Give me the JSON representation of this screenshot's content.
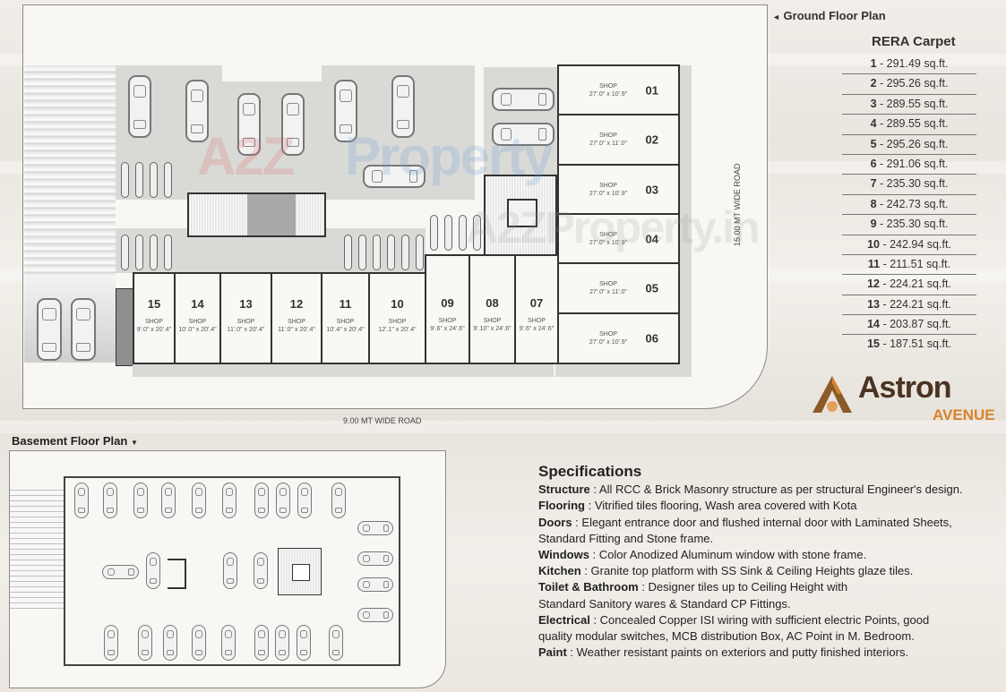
{
  "ground_floor": {
    "title": "Ground Floor Plan",
    "title_marker": "◄",
    "east_road": "15.00 MT WIDE ROAD",
    "south_road": "9.00 MT WIDE ROAD",
    "watermark": {
      "text_a": "A2Z",
      "text_b": "Property",
      "text_c": "A2ZProperty.in"
    },
    "shops_right": [
      {
        "num": "01",
        "label": "SHOP",
        "size": "27'.0\" x 10'.9\""
      },
      {
        "num": "02",
        "label": "SHOP",
        "size": "27'.0\" x 11'.0\""
      },
      {
        "num": "03",
        "label": "SHOP",
        "size": "27'.0\" x 10'.9\""
      },
      {
        "num": "04",
        "label": "SHOP",
        "size": "27'.0\" x 10'.9\""
      },
      {
        "num": "05",
        "label": "SHOP",
        "size": "27'.0\" x 11'.0\""
      },
      {
        "num": "06",
        "label": "SHOP",
        "size": "27'.0\" x 10'.9\""
      }
    ],
    "shops_bottom": [
      {
        "num": "15",
        "label": "SHOP",
        "size": "9'.0\" x 20'.4\""
      },
      {
        "num": "14",
        "label": "SHOP",
        "size": "10'.0\" x 20'.4\""
      },
      {
        "num": "13",
        "label": "SHOP",
        "size": "11'.0\" x 20'.4\""
      },
      {
        "num": "12",
        "label": "SHOP",
        "size": "11'.0\" x 20'.4\""
      },
      {
        "num": "11",
        "label": "SHOP",
        "size": "10'.4\" x 20'.4\""
      },
      {
        "num": "10",
        "label": "SHOP",
        "size": "12'.1\" x 20'.4\""
      },
      {
        "num": "09",
        "label": "SHOP",
        "size": "9'.6\" x 24'.6\""
      },
      {
        "num": "08",
        "label": "SHOP",
        "size": "9'.10\" x 24'.6\""
      },
      {
        "num": "07",
        "label": "SHOP",
        "size": "9'.6\" x 24'.6\""
      }
    ]
  },
  "rera": {
    "title": "RERA Carpet",
    "unit_suffix": " sq.ft.",
    "rows": [
      {
        "no": "1",
        "area": " - 291.49 sq.ft."
      },
      {
        "no": "2",
        "area": " - 295.26 sq.ft."
      },
      {
        "no": "3",
        "area": " - 289.55 sq.ft."
      },
      {
        "no": "4",
        "area": " - 289.55 sq.ft."
      },
      {
        "no": "5",
        "area": " - 295.26 sq.ft."
      },
      {
        "no": "6",
        "area": " - 291.06 sq.ft."
      },
      {
        "no": "7",
        "area": " - 235.30 sq.ft."
      },
      {
        "no": "8",
        "area": " - 242.73 sq.ft."
      },
      {
        "no": "9",
        "area": " - 235.30 sq.ft."
      },
      {
        "no": "10",
        "area": " - 242.94 sq.ft."
      },
      {
        "no": "11",
        "area": " - 211.51 sq.ft."
      },
      {
        "no": "12",
        "area": " - 224.21 sq.ft."
      },
      {
        "no": "13",
        "area": " - 224.21 sq.ft."
      },
      {
        "no": "14",
        "area": " - 203.87 sq.ft."
      },
      {
        "no": "15",
        "area": " - 187.51 sq.ft."
      }
    ]
  },
  "brand": {
    "name": "Astron",
    "sub": "AVENUE",
    "colors": {
      "primary": "#4a3322",
      "accent": "#d9822b"
    }
  },
  "basement": {
    "title": "Basement Floor Plan",
    "title_marker": "▼"
  },
  "specs": {
    "title": "Specifications",
    "items": [
      {
        "key": "Structure",
        "text": " : All RCC & Brick Masonry structure as per structural Engineer's design."
      },
      {
        "key": "Flooring",
        "text": " : Vitrified tiles flooring, Wash area covered with Kota"
      },
      {
        "key": "Doors",
        "text": " : Elegant entrance door and flushed internal door with Laminated Sheets, Standard Fitting and Stone frame."
      },
      {
        "key": "Windows",
        "text": " : Color Anodized Aluminum window with stone frame."
      },
      {
        "key": "Kitchen",
        "text": " : Granite top platform with SS Sink & Ceiling Heights glaze tiles."
      },
      {
        "key": "Toilet & Bathroom",
        "text": " : Designer tiles up to Ceiling Height with Standard Sanitory wares & Standard CP Fittings."
      },
      {
        "key": "Electrical",
        "text": " : Concealed Copper ISI wiring with sufficient electric Points, good quality modular switches, MCB distribution Box, AC Point in M. Bedroom."
      },
      {
        "key": "Paint",
        "text": " : Weather resistant paints on exteriors and putty finished interiors."
      }
    ]
  }
}
